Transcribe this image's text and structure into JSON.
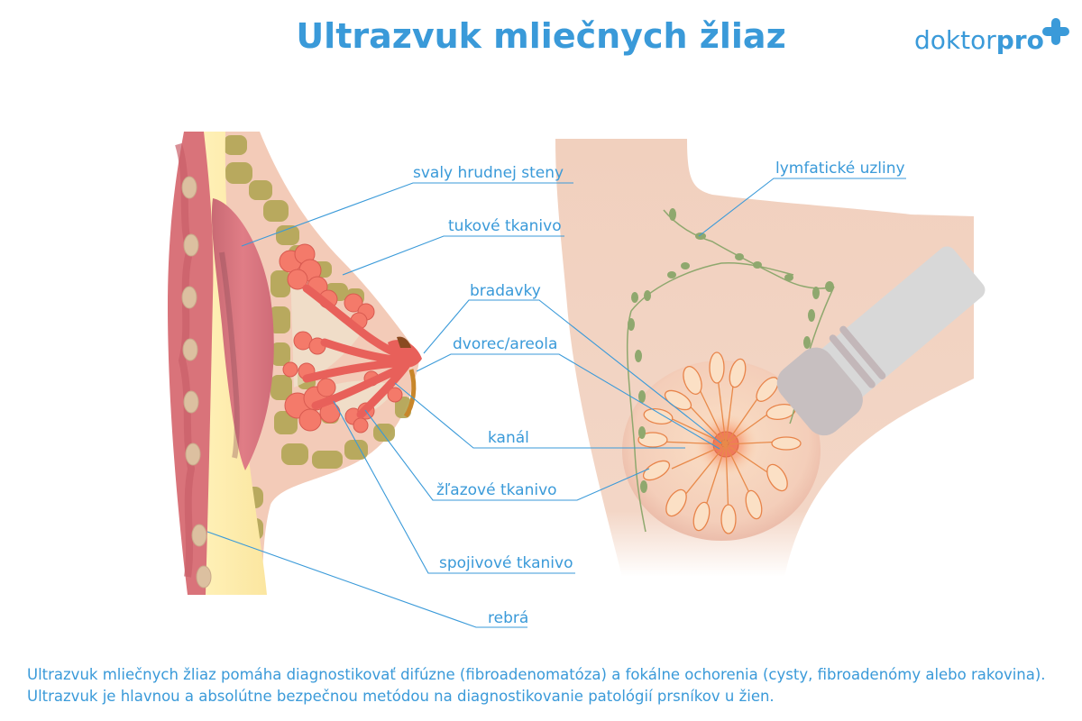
{
  "header": {
    "title": "Ultrazvuk mliečnych žliaz",
    "logo": {
      "text_main": "doktor",
      "text_accent": "pro",
      "icon": "plus-cross-icon",
      "color": "#3a9ad9"
    }
  },
  "diagram": {
    "left_panel": "breast cross-section (side view)",
    "right_panel": "breast ultrasound with probe (frontal view)",
    "labels": [
      {
        "id": "chest-wall-muscles",
        "text": "svaly hrudnej steny"
      },
      {
        "id": "fatty-tissue",
        "text": "tukové tkanivo"
      },
      {
        "id": "nipples",
        "text": "bradavky"
      },
      {
        "id": "areola",
        "text": "dvorec/areola"
      },
      {
        "id": "duct",
        "text": "kanál"
      },
      {
        "id": "glandular-tissue",
        "text": "žľazové tkanivo"
      },
      {
        "id": "connective-tissue",
        "text": "spojivové tkanivo"
      },
      {
        "id": "ribs",
        "text": "rebrá"
      },
      {
        "id": "lymph-nodes",
        "text": "lymfatické uzliny"
      }
    ],
    "colors": {
      "label_blue": "#3a9ad9",
      "skin": "#f2d3c2",
      "muscle": "#d9737a",
      "fat": "#b5a85a",
      "gland": "#f47a6a",
      "lymph": "#8fa86e",
      "probe": "#d6d6d6"
    }
  },
  "caption": {
    "text": "Ultrazvuk mliečnych žliaz pomáha diagnostikovať difúzne (fibroadenomatóza) a fokálne ochorenia (cysty, fibroadenómy alebo rakovina). Ultrazvuk je hlavnou a absolútne bezpečnou metódou na diagnostikovanie patológií prsníkov u žien."
  }
}
